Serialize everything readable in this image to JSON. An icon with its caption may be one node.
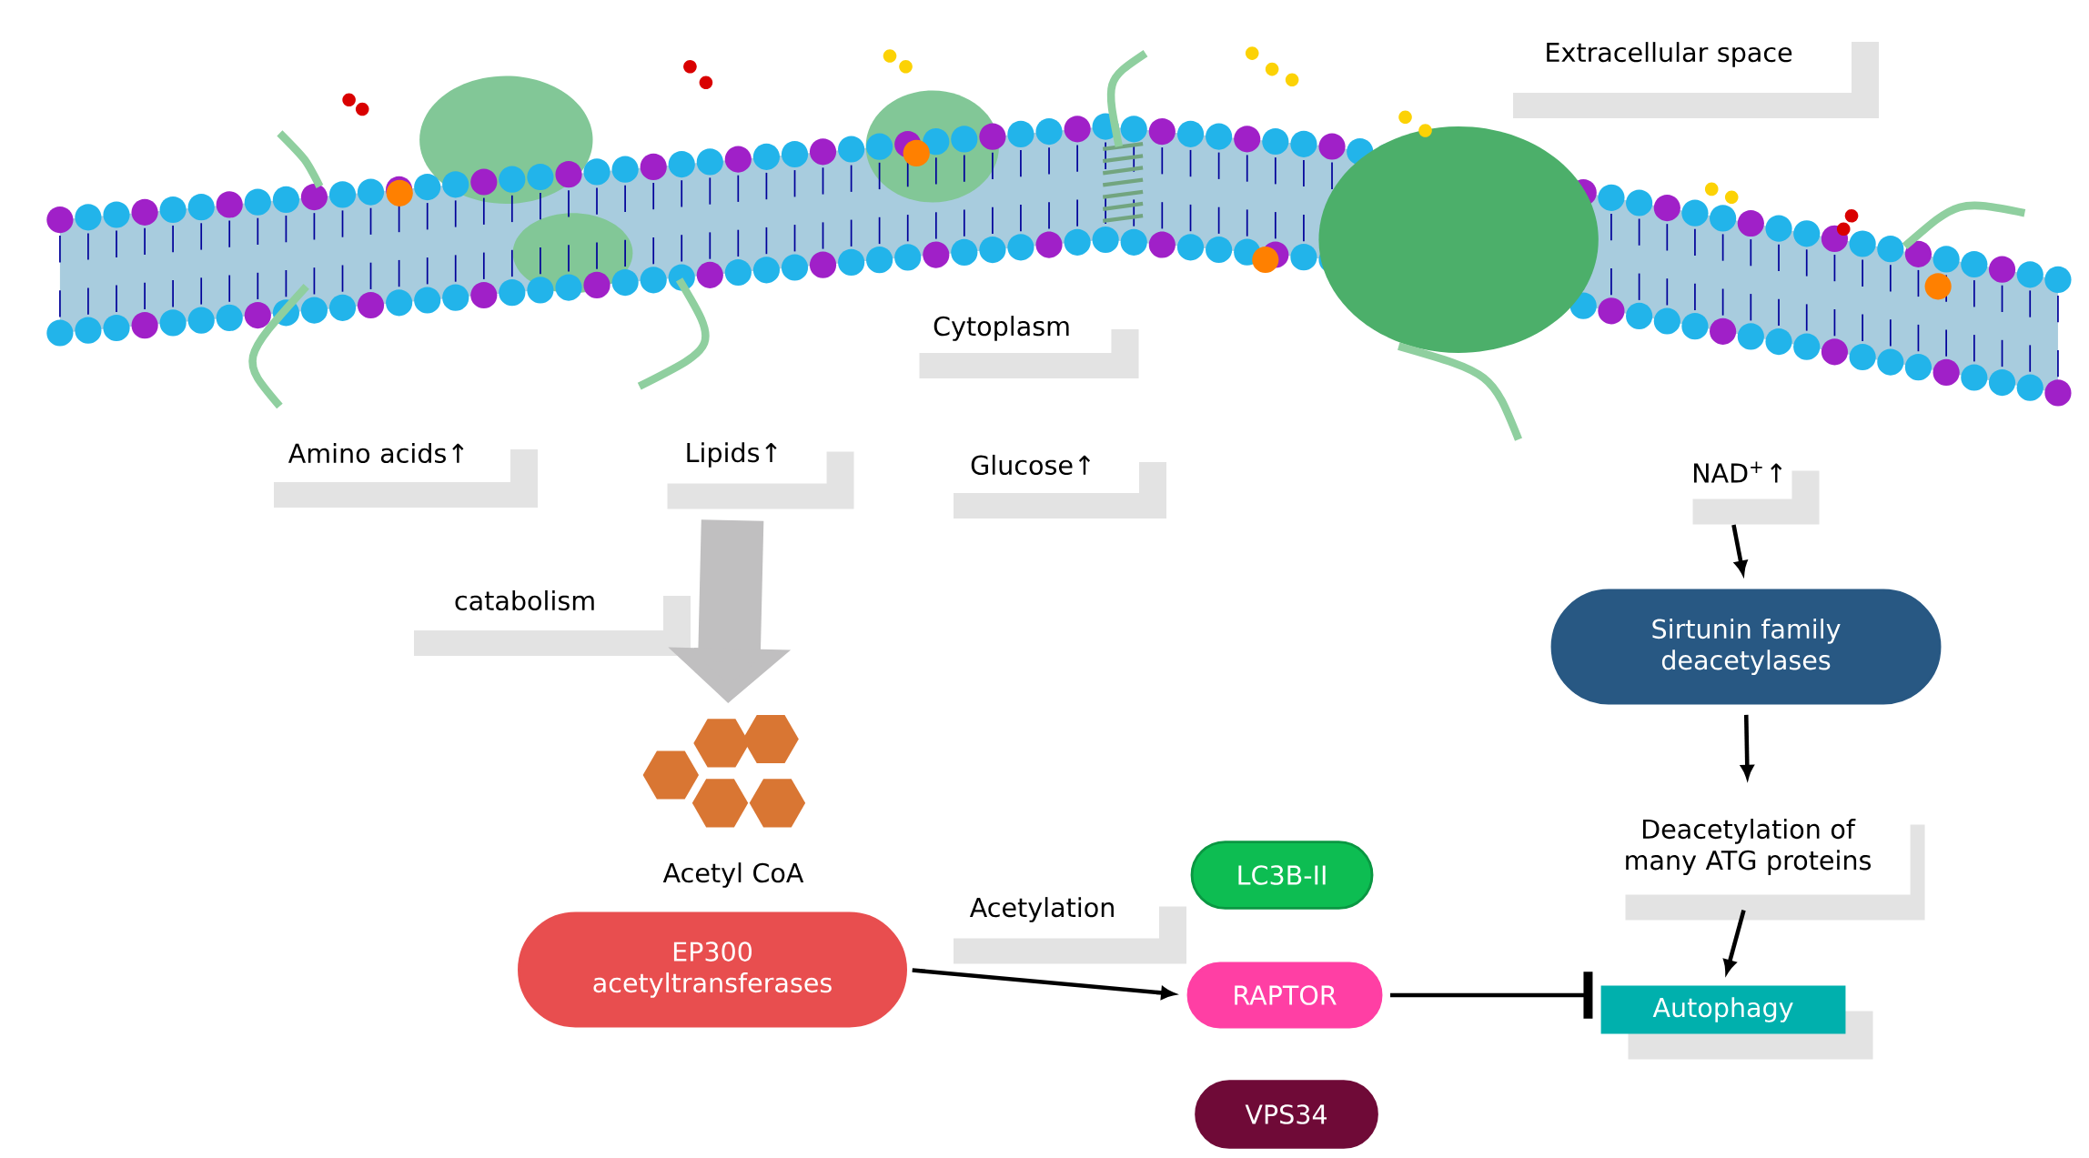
{
  "diagram": {
    "nodes": [
      {
        "text": [
          "Extracellular space"
        ]
      },
      {
        "text": [
          "Cytoplasm"
        ]
      },
      {
        "text": [
          "Amino acids↑"
        ]
      },
      {
        "text": [
          "Lipids↑"
        ]
      },
      {
        "text": [
          "Glucose↑"
        ]
      },
      {
        "text": [
          "NAD$^{+}$↑"
        ]
      },
      {
        "text": [
          "catabolism"
        ]
      },
      {
        "text": [],
        "shape": "picture"
      },
      {
        "text": [
          "Acetyl CoA"
        ]
      },
      {
        "text": [
          "EP300 acetyltransferases"
        ]
      },
      {
        "text": [
          "Acetylation"
        ]
      },
      {
        "text": [
          "LC3B-II"
        ]
      },
      {
        "text": [
          "RAPTOR"
        ]
      },
      {
        "text": [
          "VPS34"
        ]
      },
      {
        "text": [
          "Sirtunin family deacetylases"
        ]
      },
      {
        "text": [
          "Deacetylation of many ATG proteins"
        ]
      },
      {
        "text": [
          "Autophagy"
        ]
      }
    ],
    "edges": [
      {
        "from": 3,
        "to": 7,
        "arrow": "to",
        "style": "thick",
        "color": "#c0bfc0"
      },
      {
        "from": 9,
        "to": 12,
        "arrow": "to"
      },
      {
        "from": 12,
        "to": 16,
        "arrow": "other"
      },
      {
        "from": 5,
        "to": 14,
        "arrow": "to"
      },
      {
        "from": 14,
        "to": 15,
        "arrow": "to"
      },
      {
        "from": 15,
        "to": 16,
        "arrow": "to"
      }
    ]
  }
}
